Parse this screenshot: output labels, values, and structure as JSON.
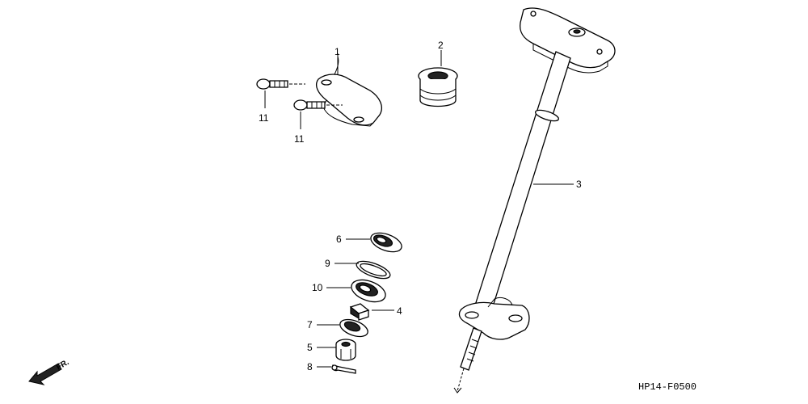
{
  "callouts": {
    "c1": "1",
    "c2": "2",
    "c3": "3",
    "c4": "4",
    "c5": "5",
    "c6": "6",
    "c7": "7",
    "c8": "8",
    "c9": "9",
    "c10": "10",
    "c11a": "11",
    "c11b": "11"
  },
  "diagram_code": "HP14-F0500",
  "direction_label": "FR."
}
